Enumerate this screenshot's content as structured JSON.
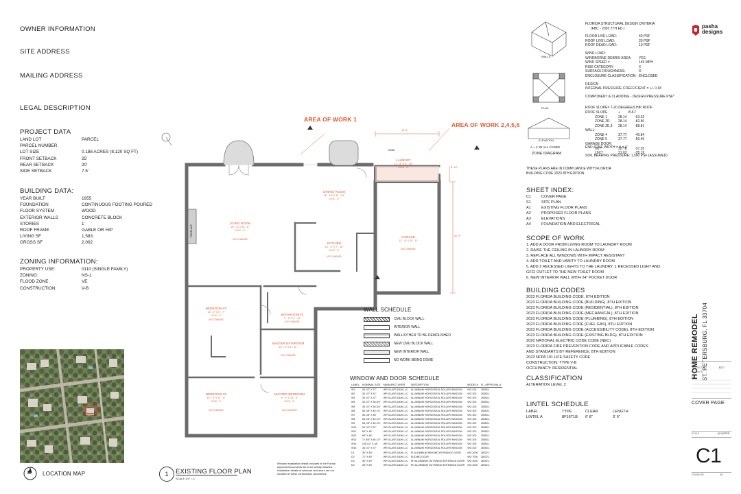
{
  "left": {
    "owner_info": "OWNER INFORMATION",
    "site_address": "SITE ADDRESS",
    "mailing_address": "MAILING ADDRESS",
    "legal_description": "LEGAL DESCRIPTION",
    "project_data_title": "PROJECT DATA",
    "project_data": [
      [
        "LAND LOT",
        "PARCEL"
      ],
      [
        "PARCEL NUMBER",
        ""
      ],
      [
        "LOT SIZE",
        "0.186 ACRES (8,120 SQ FT)"
      ],
      [
        "FRONT SETBACK",
        "25'"
      ],
      [
        "REAR SETBACK",
        "20'"
      ],
      [
        "SIDE SETBACK",
        "7.5'"
      ]
    ],
    "building_data_title": "BUILDING DATA:",
    "building_data": [
      [
        "YEAR BUILT",
        "1955"
      ],
      [
        "FOUNDATION",
        "CONTINUOUS FOOTING POURED"
      ],
      [
        "FLOOR SYSTEM",
        "WOOD"
      ],
      [
        "EXTERIOR WALLS",
        "CONCRETE BLOCK"
      ],
      [
        "STORIES",
        "1"
      ],
      [
        "ROOF FRAME",
        "GABLE OR HIP"
      ],
      [
        "LIVING SF",
        "1,583"
      ],
      [
        "GROSS SF",
        "2,002"
      ]
    ],
    "zoning_title": "ZONING INFORMATION:",
    "zoning": [
      [
        "PROPERTY USE:",
        "0110 (SINGLE FAMILY)"
      ],
      [
        "ZONING:",
        "NS-1"
      ],
      [
        "FLOOD ZONE",
        "VE"
      ],
      [
        "CONSTRUCTION:",
        "V-B"
      ]
    ],
    "location_map": "LOCATION MAP",
    "north": "N"
  },
  "plan": {
    "area1": "AREA OF WORK 1",
    "area2": "AREA OF WORK 2,4,5,6",
    "title": "EXISTING FLOOR PLAN",
    "scale": "SCALE 1/4\" = 1'",
    "number": "1",
    "rooms": {
      "laundry": [
        "LAUNDRY",
        "11' - 8\" x 5' - 10\"",
        "CH 8' - 0\""
      ],
      "dining": [
        "DINING ROOM",
        "16' - 10\" x 11' - 10\"",
        "CH 8' - 0\""
      ],
      "living": [
        "LIVING ROOM",
        "20' - 8\" x 22' - 8\"",
        "CH 8' - 0\"",
        "NO CHANGE"
      ],
      "kitchen": [
        "KITCHEN",
        "13' - 3\" x 7' - 10\"",
        "CH 8' - 0\"",
        "NO CHANGE"
      ],
      "garage": [
        "GARAGE",
        "11' - 8\" x 20' - 9\"",
        "NO CHANGE"
      ],
      "bed3": [
        "BEDROOM #3",
        "10' - 9\" x 9' - 7\"",
        "CH 8' - 0\"",
        "NO CHANGE"
      ],
      "bath2": [
        "BATHROOM #2",
        "7' - 3\" x 4' - 11\"",
        "NO CHANGE"
      ],
      "mbath": [
        "MASTER BATHROOM",
        "10' - 3\" x 5' - 11\"",
        "NO CHANGE"
      ],
      "bed2": [
        "BEDROOM #2",
        "10' - 9\" x 11' - 4\"",
        "CH 8' - 0\"",
        "NO CHANGE"
      ],
      "mbed": [
        "MASTER BEDROOM",
        "9' - 9\" x 13' - 4\"",
        "CH 8' - 0\"",
        "NO CHANGE"
      ]
    },
    "fireplace": "FIREPLACE",
    "dim_top": "11' 6\"",
    "dim_right": "20' 9\"",
    "dim_laundry": "5' 10\"",
    "dim_side": "2068"
  },
  "wall_schedule": {
    "title": "WALL SCHEDULE",
    "items": [
      "CMU BLOCK WALL",
      "INTERIOR WALL",
      "WALL/OTHER TO BE DEMOLISHED",
      "NEW CMU BLOCK WALL",
      "NEW INTERIOR WALL",
      "NO WORK BEING DONE"
    ]
  },
  "wd_schedule": {
    "title": "WINDOW AND DOOR SCHEDULE",
    "headers": [
      "LABEL",
      "NOMINAL SIZE",
      "MANUFACTURER",
      "DESCRIPTION",
      "MODEL#",
      "FL. APPROVAL #"
    ],
    "rows": [
      [
        "W1",
        "36 1/2\" X 37\"",
        "WR GLASS D&W LLC",
        "ALUMINUM HORIZONTAL ROLLER WINDOW",
        "WG 300",
        "25553.1"
      ],
      [
        "W2",
        "36 1/2\" X 51\"",
        "WR GLASS D&W LLC",
        "ALUMINUM HORIZONTAL ROLLER WINDOW",
        "WG 300",
        "25553.1"
      ],
      [
        "W3",
        "36 1/2\" X 37\"",
        "WR GLASS D&W LLC",
        "ALUMINUM HORIZONTAL ROLLER WINDOW",
        "WG 300",
        "25553.1"
      ],
      [
        "W4",
        "36 1/2\" X 38 3/4\"",
        "WR GLASS D&W LLC",
        "ALUMINUM HORIZONTAL ROLLER WINDOW",
        "WG 300",
        "25553.1"
      ],
      [
        "W5",
        "36 1/2\" X 38 3/4\"",
        "WR GLASS D&W LLC",
        "ALUMINUM HORIZONTAL ROLLER WINDOW",
        "WG 300",
        "25553.1"
      ],
      [
        "W6",
        "58 1/8\" X 46 1/2\"",
        "WR GLASS D&W LLC",
        "ALUMINUM HORIZONTAL ROLLER WINDOW",
        "WG 300",
        "25553.1"
      ],
      [
        "W7",
        "58 1/8\" X 46\"",
        "WR GLASS D&W LLC",
        "ALUMINUM HORIZONTAL ROLLER WINDOW",
        "WG 300",
        "25553.1"
      ],
      [
        "W8",
        "58 1/8\" X 46 1/2\"",
        "WR GLASS D&W LLC",
        "ALUMINUM HORIZONTAL ROLLER WINDOW",
        "WG 300",
        "25553.1"
      ],
      [
        "W9",
        "58 1/8\" X 46 1/2\"",
        "WR GLASS D&W LLC",
        "ALUMINUM HORIZONTAL ROLLER WINDOW",
        "WG 300",
        "25553.1"
      ],
      [
        "W10",
        "36 1/2\" X 51\"",
        "WR GLASS D&W LLC",
        "ALUMINUM HORIZONTAL ROLLER WINDOW",
        "WG 300",
        "25553.1"
      ],
      [
        "W11",
        "69\" X 46\"",
        "WR GLASS D&W LLC",
        "ALUMINUM HORIZONTAL ROLLER WINDOW",
        "WG 300",
        "25553.1"
      ],
      [
        "W12",
        "69\" X 46\"",
        "WR GLASS D&W LLC",
        "ALUMINUM HORIZONTAL ROLLER WINDOW",
        "WG 300",
        "25553.1"
      ],
      [
        "W13",
        "72 5/8\" X 46 1/2\"",
        "WR GLASS D&W LLC",
        "ALUMINUM HORIZONTAL ROLLER WINDOW",
        "WG 300",
        "25553.1"
      ],
      [
        "W14",
        "106 1/2\" X 48\"",
        "WR GLASS D&W LLC",
        "ALUMINUM HORIZONTAL ROLLER WINDOW",
        "WG 300",
        "25553.1"
      ],
      [
        "W15",
        "36 1/2\" X 37\"",
        "WR GLASS D&W LLC",
        "ALUMINUM HORIZONTAL ROLLER WINDOW",
        "WG 300",
        "25553.1"
      ],
      [
        "D1",
        "36\" X 80\"",
        "WR GLASS D&W LLC",
        "FL ALUMINUM HINGING ENTRANCE DOOR",
        "WG 3000",
        "26032.1"
      ],
      [
        "D2",
        "72\" X 80\"",
        "WR GLASS D&W LLC",
        "SLIDING DOOR",
        "WG 7000",
        "26032.1"
      ],
      [
        "D3",
        "36\" X 80\"",
        "WR GLASS D&W LLC",
        "RH ALUMINUM OUTSWING ENTRANCE DOOR",
        "WG 3000",
        "26032.1"
      ],
      [
        "D4",
        "36\" X 80\"",
        "WR GLASS D&W LLC",
        "RH ALUMINUM OUTSWING ENTRANCE DOOR",
        "WG 3000",
        "26032.1"
      ]
    ]
  },
  "wd_note": "Window installation details included in the Florida Approval Documents are to be strictly followed. Installation details of windows and doors are not included in these construction documents.",
  "right": {
    "criteria_title": "FLORIDA STRUCTURAL DESIGN CRITERIA",
    "criteria_sub": "(FBC - 2020 7th ED.)",
    "loads": [
      [
        "FLOOR LIVE LOAD:",
        "40 PSF"
      ],
      [
        "ROOF LIVE LOAD:",
        "20 PSF"
      ],
      [
        "ROOF DEAD LOAD:",
        "10 PSF"
      ]
    ],
    "wind_title": "WIND LOAD:",
    "wind": [
      [
        "WINDBORNE DEBRIS AREA:",
        "YES"
      ],
      [
        "WIND SPEED =",
        "145 MPH"
      ],
      [
        "RISK CATEGORY:",
        "II"
      ],
      [
        "SURFACE ROUGHNESS:",
        "D"
      ],
      [
        "ENCLOSURE CLASSIFICATION:",
        "ENCLOSED"
      ]
    ],
    "design": "DESIGN",
    "internal": "INTERNAL PRESSURE COEFFICIENT = +/- 0.18",
    "component": "COMPONENT & CLADDING - DESIGN PRESSURE PSF*",
    "roof_slope_title": "ROOF SLOPE= 7-20 DEGREES HIP ROOF",
    "roof_slope_hdr": [
      "ROOF SLOPE",
      "+",
      "Vult"
    ],
    "zones": [
      [
        "ZONE 1",
        "28.14",
        "-63.33"
      ],
      [
        "ZONE 2r",
        "28.14",
        "-82.50"
      ],
      [
        "ZONE 2e,3",
        "28.14",
        "-88.81"
      ]
    ],
    "wall_label": "WALL:",
    "wall_zones": [
      [
        "ZONE 4",
        "37.77",
        "-40.84"
      ],
      [
        "ZONE 5",
        "37.77",
        "-50.46"
      ]
    ],
    "garage_door": "GARAGE DOOR:",
    "garage": [
      [
        "9x7",
        "32.78",
        "-37.35"
      ],
      [
        "16x7",
        "31.62",
        "-35.19"
      ]
    ],
    "walls_lbl": "WALLS",
    "plan_lbl": "PLAN",
    "elev_lbl": "ELEVATION",
    "a_note": "a = 4' IN ALL CASES",
    "zone_diag": "ZONE DIAGRAM",
    "end_zone": "END ZONE WIDTH = a = 4'",
    "soil": "SOIL BEARING PRESSURE: 1,500 PSF (ASSUMED)",
    "compliance": [
      "THESE PLANS ARE IN COMPLIANCE WITH FLORIDA",
      "BUILDING CODE 2023 8th EDITION"
    ],
    "sheet_index_title": "SHEET INDEX:",
    "sheet_index": [
      [
        "C1",
        "COVER PAGE"
      ],
      [
        "S1",
        "SITE PLAN"
      ],
      [
        "A1",
        "EXISTING FLOOR PLANS"
      ],
      [
        "A2",
        "PROPOSED FLOOR PLANS"
      ],
      [
        "A3",
        "ELEVATIONS"
      ],
      [
        "A4",
        "FOUNDATION AND ELECTRICAL"
      ]
    ],
    "scope_title": "SCOPE OF WORK",
    "scope": [
      "1. ADD A DOOR FROM LIVING ROOM TO LAUNDRY ROOM",
      "2. RAISE THE CEILING IN LAUNDRY ROOM",
      "3. REPLACE ALL WINDOWS WITH IMPACT RESISTANT",
      "4. ADD TOILET AND VANITY TO LAUNDRY ROOM",
      "5. ADD 2 RECESSED LIGHTS TO THE LAUNDRY, 1 RECESSED LIGHT AND",
      "GFCI OUTLET TO THE NEW TOILET ROOM",
      "6. NEW INTERIOR WALL WITH 24\" POCKET DOOR"
    ],
    "codes_title": "BUILDING CODES",
    "codes": [
      "2023 FLORIDA BUILDING CODE, 8TH EDITION",
      "2023 FLORIDA BUILDING CODE (BUILDING), 8TH EDITION",
      "2023 FLORIDA BUILDING CODE (RESIDENTIAL), 8TH EDITION",
      "2023 FLORIDA BUILDING CODE (MECHANICAL), 8TH EDITION",
      "2023 FLORIDA BUILDING CODE (PLUMBING), 8TH EDITION",
      "2023 FLORIDA BUILDING CODE (FUEL GAS), 8TH EDITION",
      "2023 FLORIDA BUILDING CODE (ACCESSIBILITY CODE), 8TH EDITION",
      "2023 FLORIDA BUILDING CODE (EXISTING BLDG), 8TH EDITION",
      "2020 NATIONAL ELECTRIC CODE CODE (NEC)",
      "2023 FLORIDA FIRE PREVENTION CODE AND APPLICABLE CODES",
      "AND STANDARTS BY REFERENCE, 8TH EDITION",
      "2023 NFPA 101 LIFE SAFETY CODE",
      "CONSTRUCTION: TYPE V-B",
      "OCCUPANCY: RESIDENTIAL"
    ],
    "class_title": "CLASSIFICATION",
    "class_val": "ALTERATION LEVEL 2",
    "lintel_title": "LINTEL SCHEDULE",
    "lintel_headers": [
      "LABEL",
      "TYPE",
      "CLEAR",
      "LENGTH"
    ],
    "lintel_row": [
      "LINTEL A",
      "8F16T1B",
      "6' 8\"",
      "3' 6\""
    ]
  },
  "titleblock": {
    "brand1": "pasha",
    "brand2": "designs",
    "project": "HOME REMODEL",
    "address": "ST. PETERSBURG, FL 33704",
    "date_lbl": "DATE",
    "project_no_lbl": "PROJECT NO.",
    "project_no": "B177",
    "revision_lbl": "REVISION",
    "revision_no": "NO.",
    "sheet_name": "COVER PAGE",
    "scale_lbl": "SCALE",
    "scale_val": "AS NOTED",
    "sheet_no": "C1",
    "drawn_lbl": "DRAWN BY",
    "drawn_val": "M"
  },
  "colors": {
    "accent": "#e8562a",
    "wall": "#6b6b6b",
    "ink": "#1a1a1a"
  }
}
